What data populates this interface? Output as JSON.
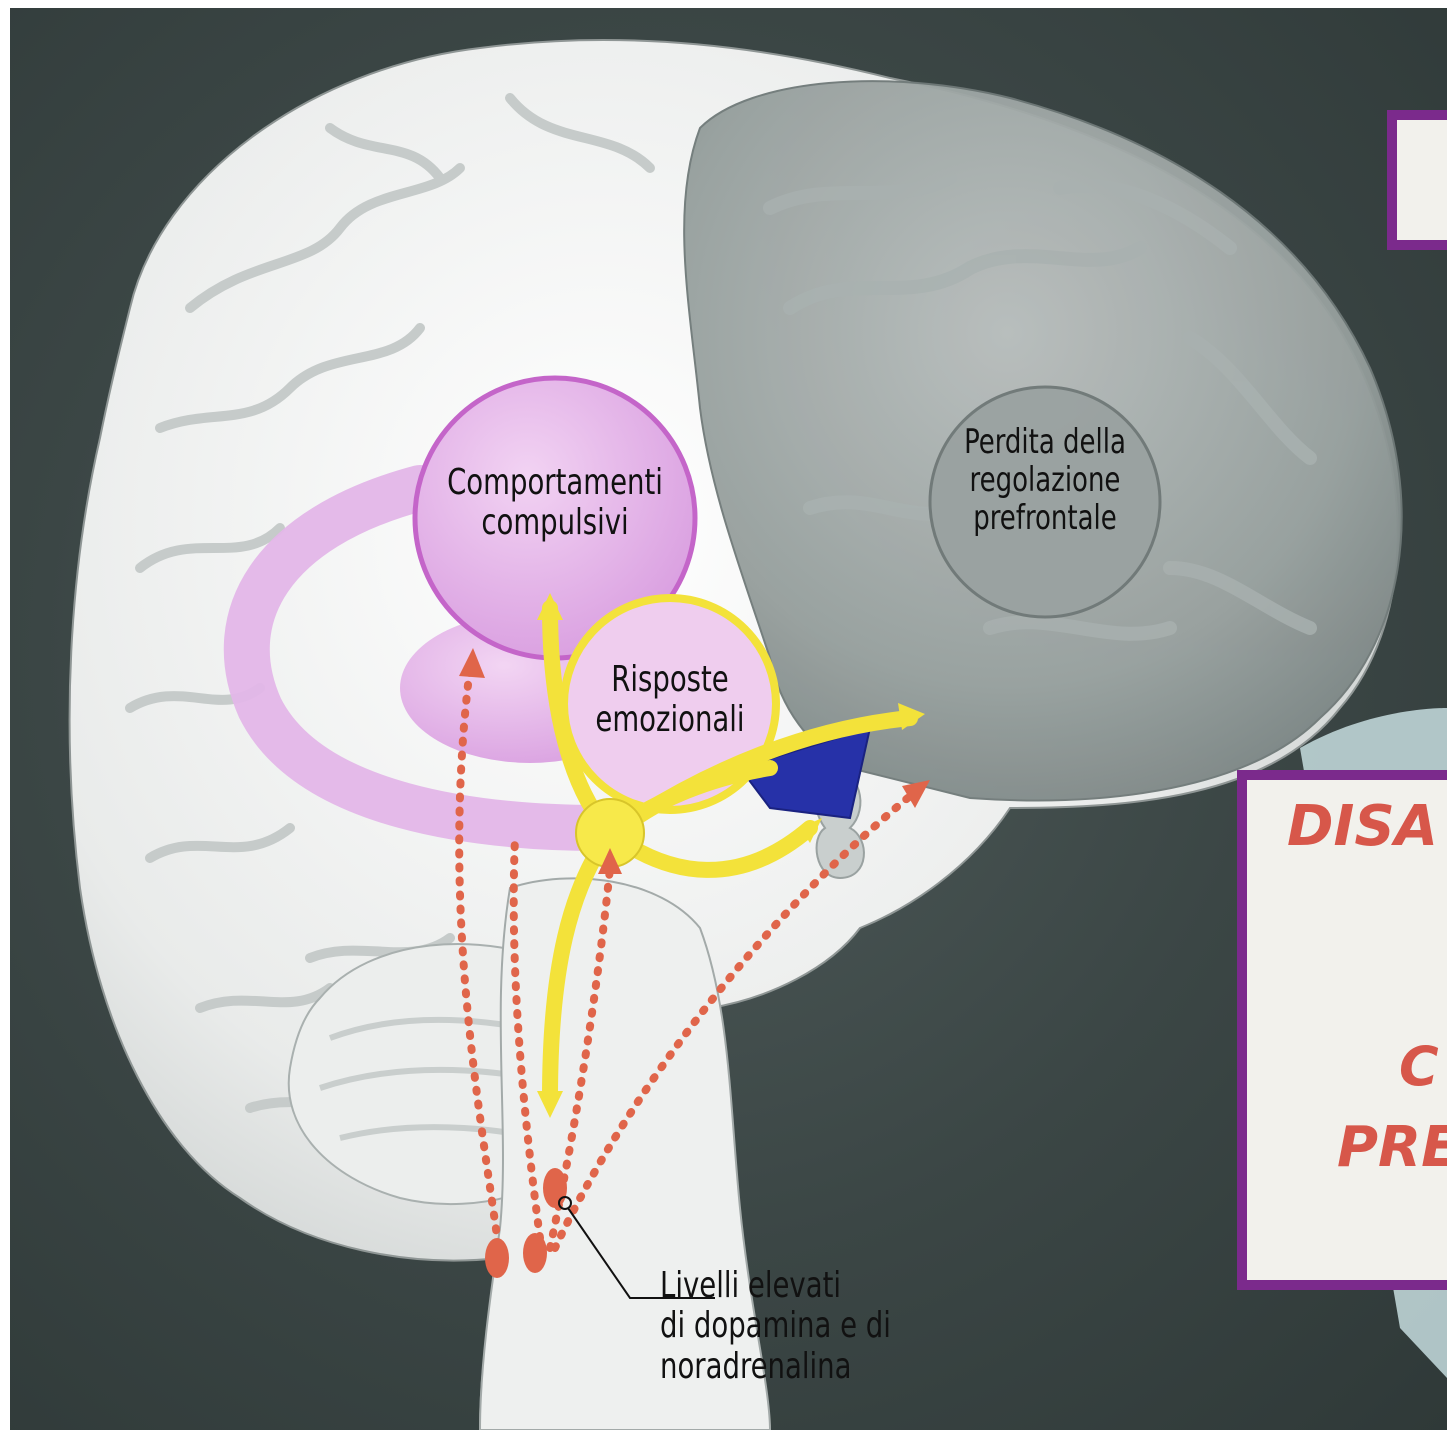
{
  "labels": {
    "compulsive": [
      "Comportamenti",
      "compulsivi"
    ],
    "prefrontal": [
      "Perdita della",
      "regolazione",
      "prefrontale"
    ],
    "emotional": [
      "Risposte",
      "emozionali"
    ],
    "levels": [
      "Livelli elevati",
      "di dopamina e di",
      "noradrenalina"
    ]
  },
  "side_box": {
    "fragments": [
      "DISA",
      "C",
      "PRE"
    ]
  },
  "colors": {
    "background": "#3b4645",
    "pink_region": "#e3b6e8",
    "yellow_path": "#f3e23a",
    "orange_dots": "#e0654a",
    "box_border": "#7b2a8c",
    "box_text": "#d7574a",
    "frontal_gray": "#8c9694"
  }
}
